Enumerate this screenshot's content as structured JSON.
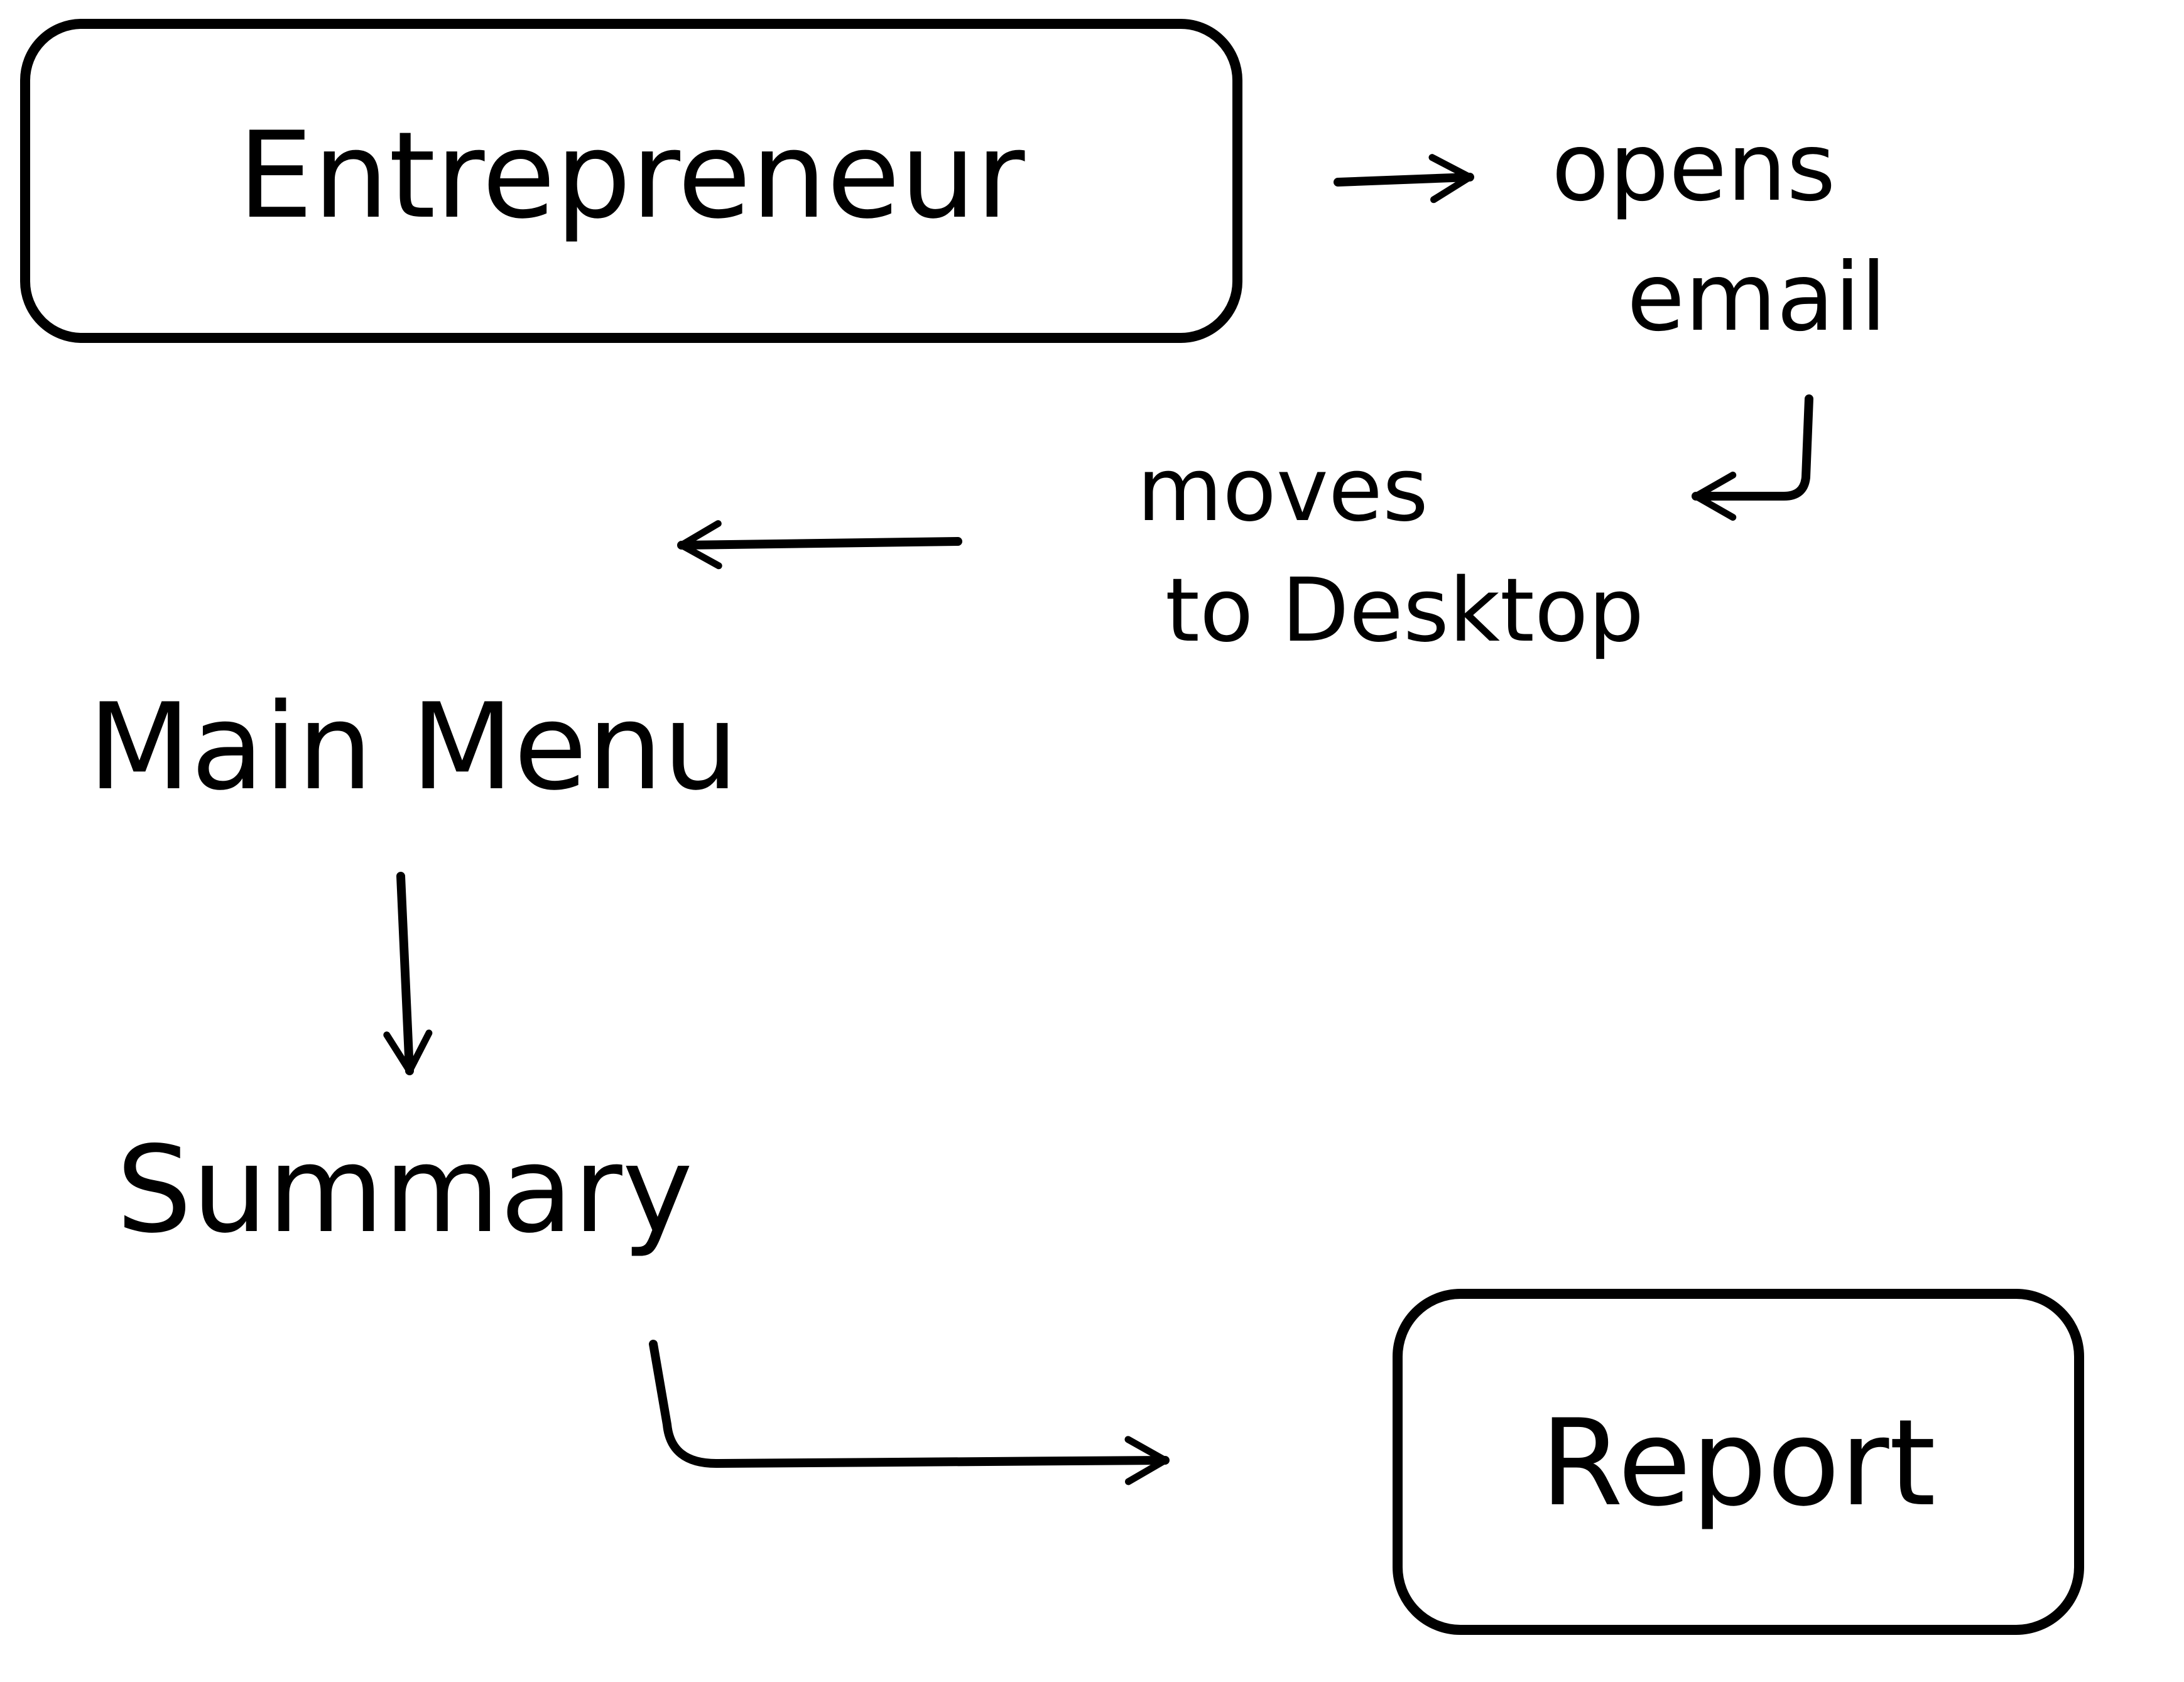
{
  "nodes": {
    "entrepreneur": "Entrepreneur",
    "opens_email_line1": "opens",
    "opens_email_line2": "email",
    "moves_line1": "moves",
    "moves_line2": "to Desktop",
    "main_menu": "Main Menu",
    "summary": "Summary",
    "report": "Report"
  },
  "colors": {
    "ink": "#000000",
    "paper": "#ffffff"
  }
}
